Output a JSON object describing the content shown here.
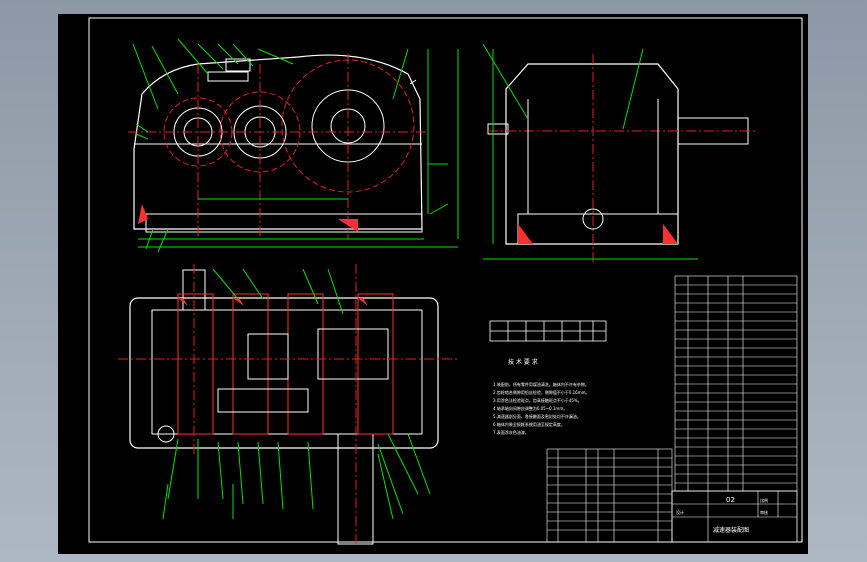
{
  "window": {
    "title": ""
  },
  "drawing": {
    "title_block": {
      "drawing_name": "减速器装配图",
      "scale_label": "比例",
      "sheet_number": "02",
      "designer_label": "设计",
      "checker_label": "审核"
    },
    "tech_requirements": {
      "heading": "技 术 要 求",
      "items": [
        "1.装配前，所有零件用煤油清洗，箱体内不许有杂物。",
        "2.齿轮啮合侧隙用铅丝检验，侧隙值不小于0.16mm。",
        "3.用涂色法检验斑点，齿高接触斑点不小于45%。",
        "4.轴承轴向间隙应调整为0.05~0.1mm。",
        "5.减速器剖分面、各接触面及密封处均不许漏油。",
        "6.箱体内装全损耗系统用油至规定高度。",
        "7.表面涂灰色油漆。"
      ]
    }
  },
  "colors": {
    "sheet": "#000000",
    "frame": "#ffffff",
    "outline": "#ffffff",
    "gear_circle": "#d81e1e",
    "center_line": "#e02020",
    "dimension": "#00e000",
    "hatch": "#ff3030",
    "leader": "#00e000",
    "text": "#ffffff"
  }
}
